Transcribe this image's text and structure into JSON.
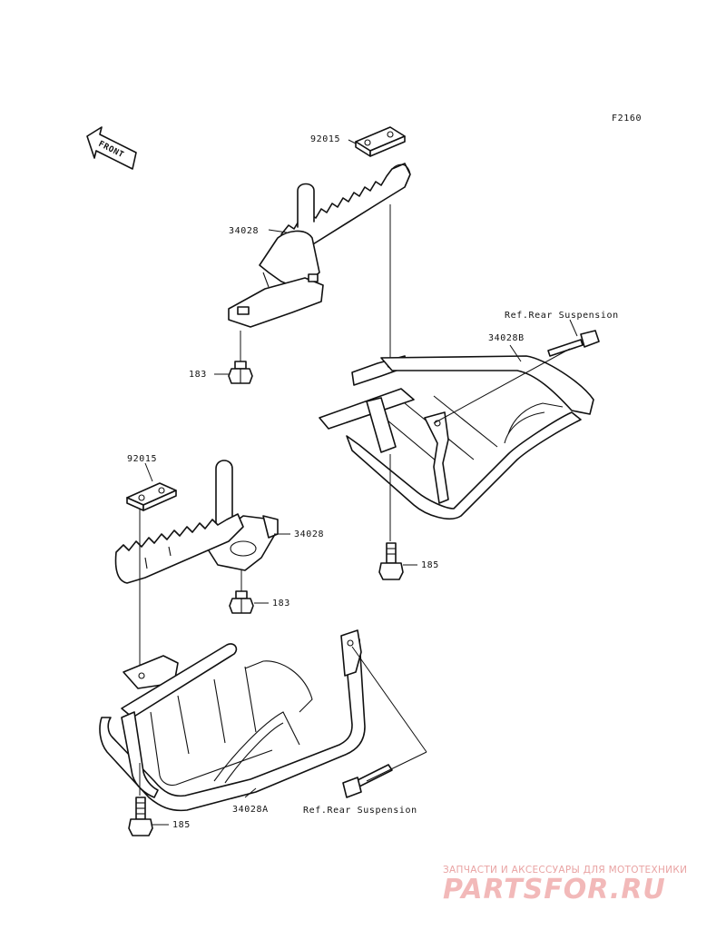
{
  "diagram_code": "F2160",
  "front_arrow": {
    "label": "FRONT",
    "icon": "front-direction-arrow-icon"
  },
  "labels": {
    "upper_plate_no": "92015",
    "upper_step_no": "34028",
    "upper_nut_no": "183",
    "right_bracket_no": "34028B",
    "ref_upper": "Ref.Rear Suspension",
    "right_bolt_no": "185",
    "lower_plate_no": "92015",
    "lower_step_no": "34028",
    "lower_nut_no": "183",
    "left_bracket_no": "34028A",
    "ref_lower": "Ref.Rear Suspension",
    "left_bolt_no": "185"
  },
  "watermark": {
    "tagline": "ЗАПЧАСТИ И АКСЕССУАРЫ ДЛЯ МОТОТЕХНИКИ",
    "logo": "PARTSFOR.RU",
    "color": "#f2b9b9"
  }
}
